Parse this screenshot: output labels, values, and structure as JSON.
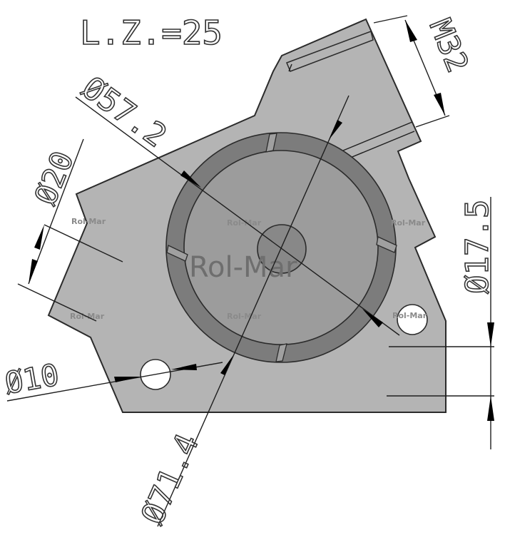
{
  "title": "L.Z.=25",
  "part": {
    "description": "Gear-selector plate with central bore ring",
    "colors": {
      "background": "#ffffff",
      "plate": "#b4b4b4",
      "ring": "#7c7c7c",
      "inner_disc": "#9c9c9c",
      "hub": "#888888",
      "outline": "#2b2b2b"
    }
  },
  "dimensions": {
    "slot_width": "M32",
    "outer_diameter": "Ø57.2",
    "small_feature": "Ø20",
    "hole_diameter": "Ø10",
    "pitch_diameter": "Ø71.4",
    "right_height": "Ø17.5"
  },
  "watermark": {
    "main": "Rol-Mar",
    "small": [
      "Rol-Mar",
      "Rol-Mar",
      "Rol-Mar",
      "Rol-Mar",
      "Rol-Mar",
      "Rol-Mar"
    ]
  }
}
